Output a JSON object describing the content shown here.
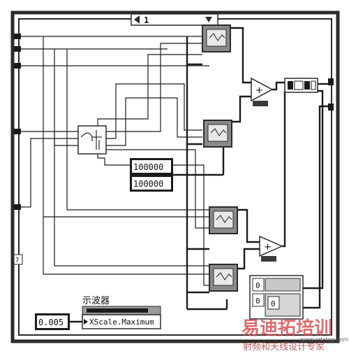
{
  "case_selector": {
    "value": "1"
  },
  "constants": {
    "top": "100000",
    "bottom": "100000",
    "left": "0.005"
  },
  "property_node": {
    "label": "示波器",
    "property": "XScale.Maximum"
  },
  "array_indicator": {
    "values": [
      "0",
      "0",
      "0"
    ]
  },
  "tunnel_marker": "?",
  "watermark": {
    "logo": "易迪拓培训",
    "tagline": "射频和天线设计专家",
    "url": "www.edatop.com"
  },
  "colors": {
    "wire": "#1a1a1a",
    "frame": "#2b2b2b",
    "node_fill": "#cfcfcf",
    "watermark": "#d24b4b"
  }
}
